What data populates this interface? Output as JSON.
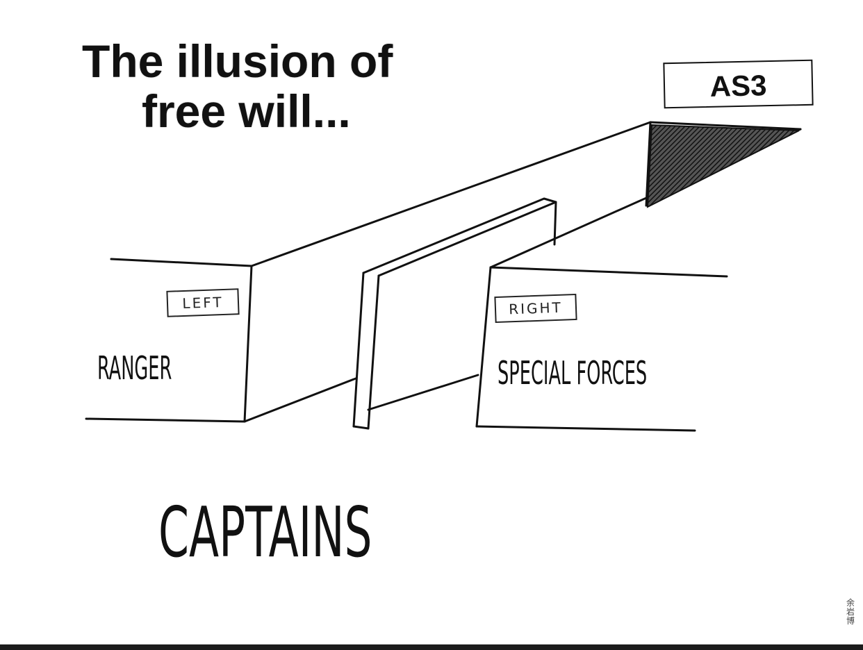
{
  "title": {
    "line1": "The illusion of",
    "line2": "free will..."
  },
  "signs": {
    "destination": "AS3",
    "left": "LEFT",
    "right": "RIGHT"
  },
  "paths": {
    "left_label": "RANGER",
    "right_label": "SPECIAL FORCES"
  },
  "caption": "CAPTAINS",
  "artist_signature": "余岩博",
  "icons": [
    "hallway-drawing",
    "shaded-exit-triangle"
  ],
  "colors": {
    "ink": "#111111",
    "background": "#ffffff"
  }
}
